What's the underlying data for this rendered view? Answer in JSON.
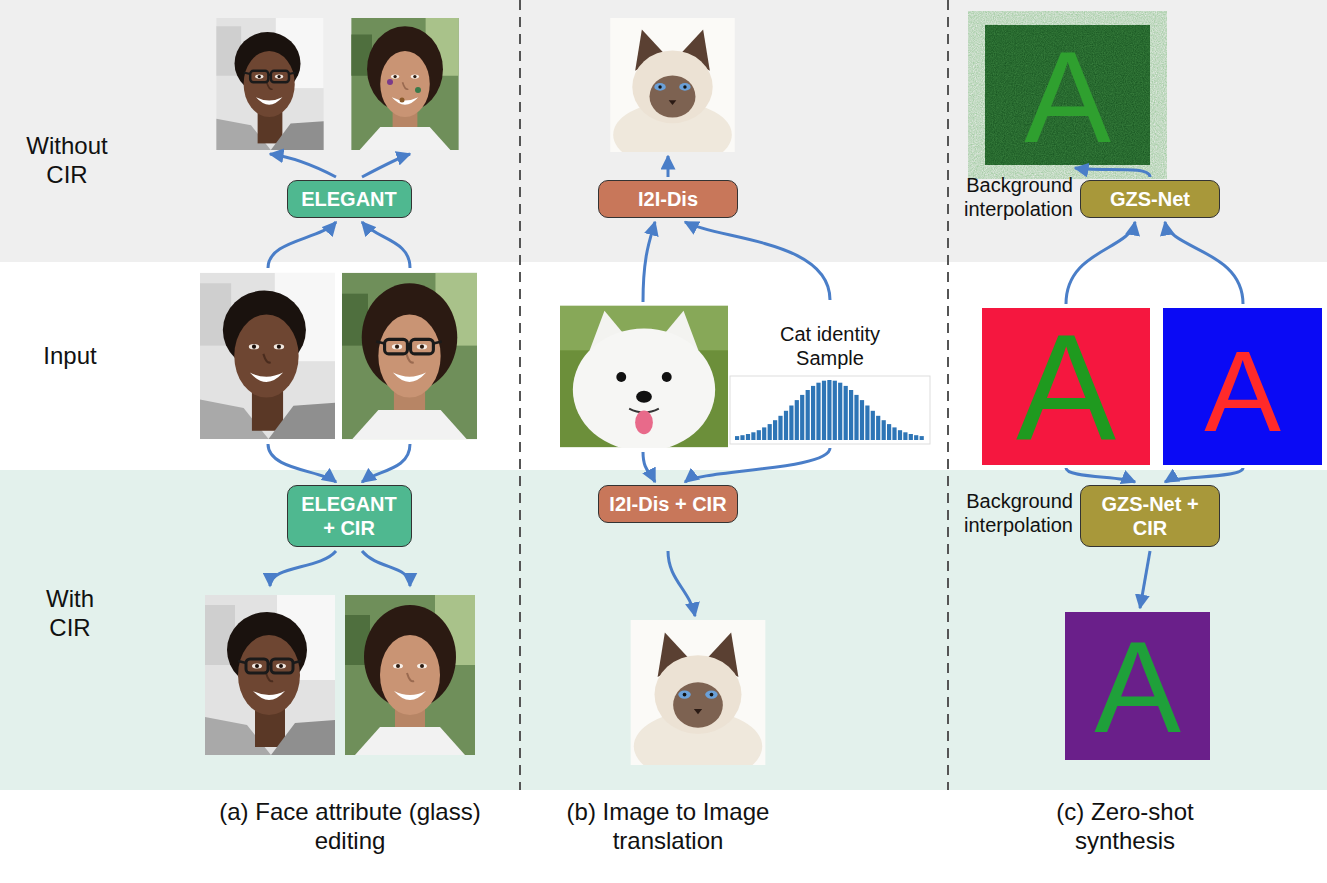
{
  "diagram": {
    "nodes": [
      {
        "text": [
          "ELEGANT"
        ]
      },
      {
        "text": [
          "ELEGANT + CIR"
        ]
      },
      {
        "text": [
          "I2I-Dis"
        ]
      },
      {
        "text": [
          "I2I-Dis + CIR"
        ]
      },
      {
        "text": [
          "GZS-Net"
        ]
      },
      {
        "text": [
          "GZS-Net + CIR"
        ]
      }
    ],
    "labels": [
      "Without CIR",
      "Input",
      "With CIR",
      "Cat identity Sample",
      "Background interpolation",
      "Background interpolation",
      "A",
      "A",
      "A",
      "A",
      "(a) Face attribute (glass) editing",
      "(b) Image to Image translation",
      "(c) Zero-shot synthesis"
    ]
  }
}
